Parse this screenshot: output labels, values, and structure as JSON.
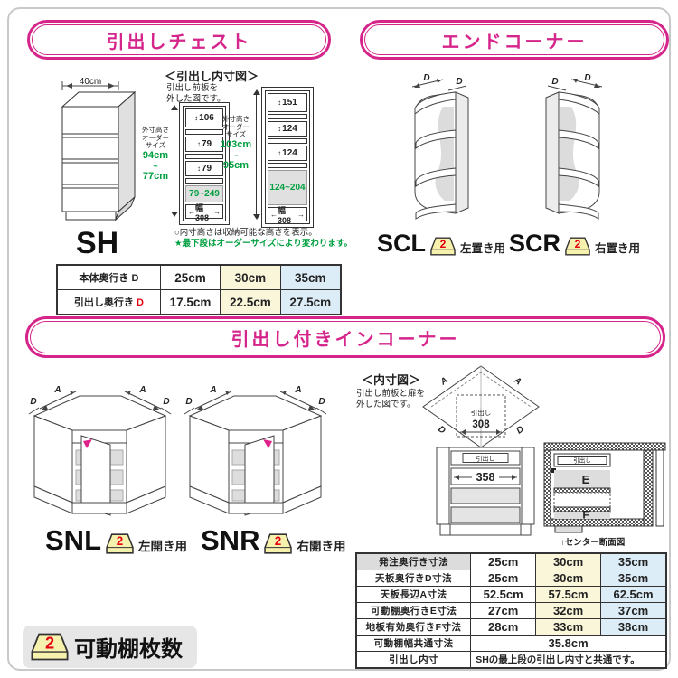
{
  "colors": {
    "accent_pink": "#d5258b",
    "green": "#00a040",
    "red": "#e60012",
    "table_yellow": "#faf6da",
    "table_blue": "#dcedf8",
    "badge_yellow": "#f6f1ad",
    "frame_gray": "#c9c9c9"
  },
  "icons": {
    "v_arrow": "↕",
    "left_arrow": "←",
    "right_arrow": "→",
    "up_arrow": "↑"
  },
  "shelf_badge": {
    "count": "2"
  },
  "chest": {
    "header": "引出しチェスト",
    "width_label": "40cm",
    "model": "SH",
    "inner_title": "＜引出し内寸図＞",
    "inner_note1": "引出し前板を",
    "inner_note2": "外した図です。",
    "order_label1": "外寸高さ",
    "order_label2": "オーダー",
    "order_label3": "サイズ",
    "d1": {
      "max": "94cm",
      "tilde": "~",
      "min": "77cm",
      "r1": "106",
      "r2": "79",
      "r3": "79",
      "variable": "79~249",
      "width": "幅308"
    },
    "d2": {
      "max": "103cm",
      "tilde": "~",
      "min": "95cm",
      "r1": "151",
      "r2": "124",
      "r3": "124",
      "variable": "124~204",
      "width": "幅308"
    },
    "note1": "○内寸高さは収納可能な高さを表示。",
    "note2": "★最下段はオーダーサイズにより変わります。",
    "table": {
      "r1_label": "本体奥行き",
      "r1_d": "D",
      "r1_v1": "25cm",
      "r1_v2": "30cm",
      "r1_v3": "35cm",
      "r2_label": "引出し奥行き",
      "r2_d": "D",
      "r2_v1": "17.5cm",
      "r2_v2": "22.5cm",
      "r2_v3": "27.5cm"
    }
  },
  "endcorner": {
    "header": "エンドコーナー",
    "dim_d": "D",
    "scl": {
      "model": "SCL",
      "usage": "左置き用"
    },
    "scr": {
      "model": "SCR",
      "usage": "右置き用"
    }
  },
  "incorner": {
    "header": "引出し付きインコーナー",
    "dim_a": "A",
    "dim_d": "D",
    "snl": {
      "model": "SNL",
      "usage": "左開き用"
    },
    "snr": {
      "model": "SNR",
      "usage": "右開き用"
    },
    "inner_title": "＜内寸図＞",
    "inner_note1": "引出し前板と扉を",
    "inner_note2": "外した図です。",
    "topview": {
      "drawer": "引出し",
      "width": "308"
    },
    "frontview": {
      "drawer": "引出し",
      "width": "358"
    },
    "xsection": {
      "drawer": "引出し",
      "e": "E",
      "f": "F",
      "caption": "↑センター断面図"
    },
    "table": {
      "rows": [
        {
          "label": "発注奥行き寸法",
          "v1": "25cm",
          "v2": "30cm",
          "v3": "35cm"
        },
        {
          "label": "天板奥行きD寸法",
          "v1": "25cm",
          "v2": "30cm",
          "v3": "35cm"
        },
        {
          "label": "天板長辺A寸法",
          "v1": "52.5cm",
          "v2": "57.5cm",
          "v3": "62.5cm"
        },
        {
          "label": "可動棚奥行きE寸法",
          "v1": "27cm",
          "v2": "32cm",
          "v3": "37cm"
        },
        {
          "label": "地板有効奥行きF寸法",
          "v1": "28cm",
          "v2": "33cm",
          "v3": "38cm"
        },
        {
          "label": "可動棚幅共通寸法",
          "span": "35.8cm"
        },
        {
          "label": "引出し内寸",
          "span": "SHの最上段の引出し内寸と共通です。"
        }
      ]
    }
  },
  "legend": {
    "label": "可動棚枚数"
  }
}
